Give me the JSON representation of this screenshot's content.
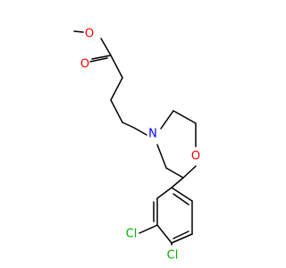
{
  "molecule": {
    "atoms": {
      "O1": {
        "symbol": "O",
        "color": "#ff0000"
      },
      "O2": {
        "symbol": "O",
        "color": "#ff0000"
      },
      "N": {
        "symbol": "N",
        "color": "#0000ff"
      },
      "O3": {
        "symbol": "O",
        "color": "#ff0000"
      },
      "Cl1": {
        "symbol": "Cl",
        "color": "#00b000"
      },
      "Cl2": {
        "symbol": "Cl",
        "color": "#00b000"
      }
    }
  }
}
